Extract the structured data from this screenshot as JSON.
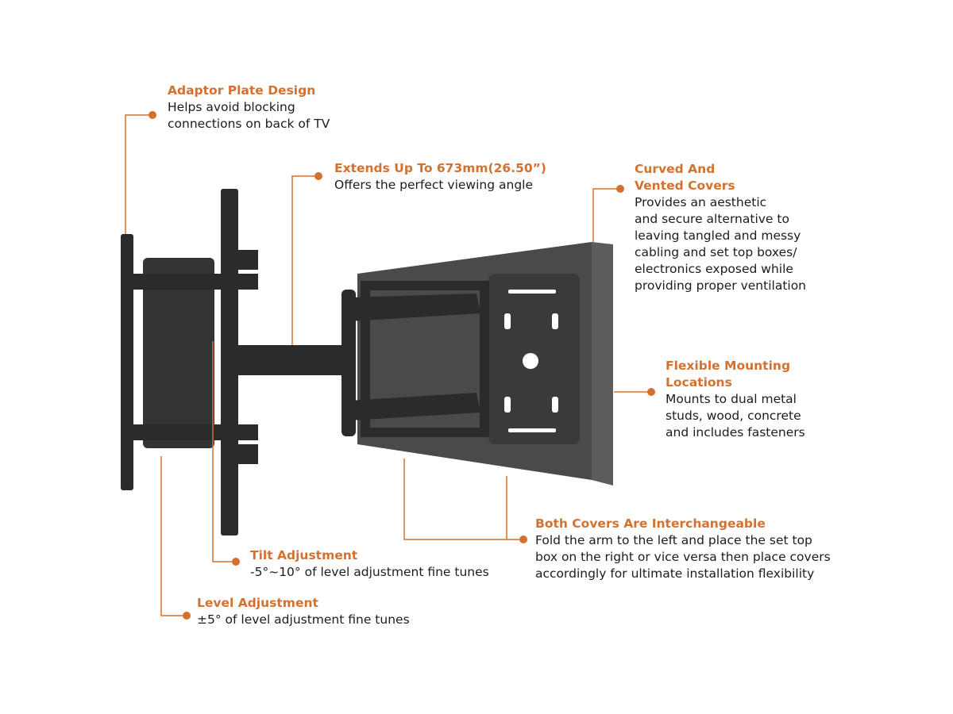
{
  "accent_color": "#d5712f",
  "callouts": {
    "adaptor": {
      "title": "Adaptor Plate Design",
      "desc": "Helps avoid blocking\nconnections on back of TV"
    },
    "extends": {
      "title": "Extends Up To 673mm(26.50”)",
      "desc": "Offers the perfect viewing angle"
    },
    "curved": {
      "title": "Curved And\nVented Covers",
      "desc": "Provides an aesthetic\nand secure alternative to\nleaving tangled and messy\ncabling and set top boxes/\nelectronics exposed while\nproviding proper ventilation"
    },
    "flexible": {
      "title": "Flexible Mounting\nLocations",
      "desc": "Mounts to dual metal\nstuds, wood, concrete\nand includes fasteners"
    },
    "covers": {
      "title": "Both Covers Are Interchangeable",
      "desc": "Fold the arm to the left and place the set top\nbox on the right or vice versa then place covers\naccordingly for ultimate installation flexibility"
    },
    "tilt": {
      "title": "Tilt Adjustment",
      "desc": "-5°~10° of level adjustment fine tunes"
    },
    "level": {
      "title": "Level Adjustment",
      "desc": "±5° of level adjustment fine tunes"
    }
  }
}
